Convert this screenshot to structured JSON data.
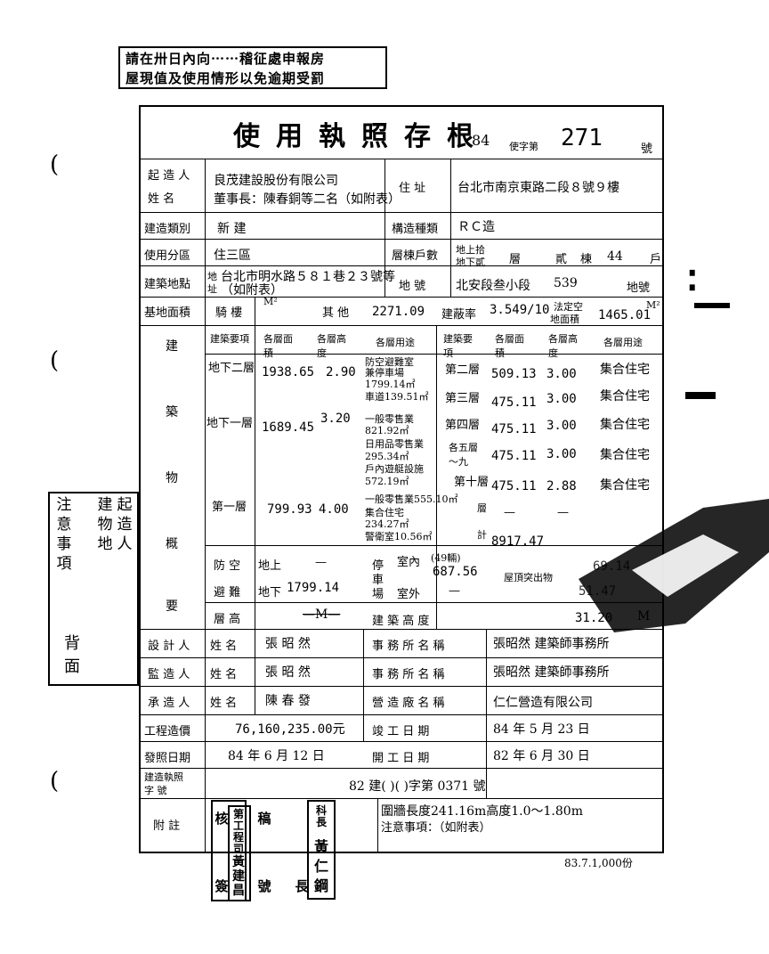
{
  "top_notice": {
    "line1": "請在卅日內向⋯⋯稽征處申報房",
    "line2": "屋現值及使用情形以免逾期受罰"
  },
  "header": {
    "title": "使用執照存根",
    "year": "84",
    "zi": "使字第",
    "number": "271",
    "hao": "號"
  },
  "applicant": {
    "label1": "起 造 人",
    "label2": "姓 名",
    "company": "良茂建設股份有限公司",
    "chairman": "董事長：陳春銅等二名（如附表）",
    "addr_label": "住 址",
    "address": "台北市南京東路二段８號９樓"
  },
  "building": {
    "type_label": "建造類別",
    "type": "新 建",
    "struct_label": "構造種類",
    "struct": "ＲＣ造",
    "zone_label": "使用分區",
    "zone": "住三區",
    "floors_label": "層棟戶數",
    "floors_top": "地上拾",
    "floors_bottom": "地下貳",
    "ceng": "層",
    "dong_count": "貳",
    "dong": "棟",
    "hu_count": "44",
    "hu": "戶",
    "site_label": "建築地點",
    "site_sub1": "地",
    "site_sub2": "址",
    "site_addr": "台北市明水路５８１巷２３號等",
    "site_addr2": "（如附表）",
    "lot_label": "地 號",
    "lot": "北安段叁小段",
    "lot_no": "539",
    "lot_unit": "地號"
  },
  "area": {
    "label": "基地面積",
    "fu_label": "騎 樓",
    "other_label": "其 他",
    "other_value": "2271.09",
    "cover_label": "建蔽率",
    "cover_value": "3.549/10",
    "cap_label1": "法定空",
    "cap_label2": "地面積",
    "cap_value": "1465.01",
    "unit": "M²"
  },
  "floors_table": {
    "side_labels": [
      "建",
      "築",
      "物",
      "概",
      "要"
    ],
    "headers_left": [
      "建築要項",
      "各層面積",
      "各層高度",
      "各層用途"
    ],
    "headers_right": [
      "建築要項",
      "各層面積",
      "各層高度",
      "各層用途"
    ],
    "left_rows": [
      {
        "name": "地下二層",
        "area": "1938.65",
        "height": "2.90",
        "use1": "防空避難室",
        "use2": "兼停車場",
        "use3": "1799.14㎡",
        "use4": "車道139.51㎡"
      },
      {
        "name": "地下一層",
        "area": "1689.45",
        "height": "3.20",
        "use1": "一般零售業",
        "use2": "821.92㎡",
        "use3": "日用品零售業",
        "use4": "295.34㎡"
      },
      {
        "name": "",
        "area": "",
        "height": "",
        "use1": "戶內遊艇設施",
        "use2": "572.19㎡",
        "use3": "",
        "use4": ""
      },
      {
        "name": "第一層",
        "area": "799.93",
        "height": "4.00",
        "use1": "一般零售業555.10㎡",
        "use2": "集合住宅",
        "use3": "234.27㎡",
        "use4": "警衛室10.56㎡"
      }
    ],
    "right_rows": [
      {
        "name": "第二層",
        "area": "509.13",
        "height": "3.00",
        "use": "集合住宅"
      },
      {
        "name": "第三層",
        "area": "475.11",
        "height": "3.00",
        "use": "集合住宅"
      },
      {
        "name": "第四層",
        "area": "475.11",
        "height": "3.00",
        "use": "集合住宅"
      },
      {
        "name": "各五層～九",
        "area": "475.11",
        "height": "3.00",
        "use": "集合住宅"
      },
      {
        "name": "第十層",
        "area": "475.11",
        "height": "2.88",
        "use": "集合住宅"
      },
      {
        "name": "層",
        "area": "—",
        "height": "—",
        "use": ""
      },
      {
        "name": "計",
        "area": "8917.47",
        "height": "",
        "use": ""
      }
    ],
    "defense_label": "防 空",
    "escape_label": "避 難",
    "above": "地上",
    "above_value": "—",
    "below": "地下",
    "below_value": "1799.14",
    "parking1": "停",
    "parking2": "車",
    "parking3": "場",
    "indoor": "室內",
    "indoor_count": "(49輛)",
    "indoor_value": "687.56",
    "outdoor": "室外",
    "outdoor_value": "—",
    "roof_label": "屋頂突出物",
    "roof_value1": "69.14",
    "roof_value2": "51.47",
    "layer_height_label": "層 高",
    "layer_height_value": "—M—",
    "bldg_height_label": "建 築 高 度",
    "bldg_height_value": "31.20",
    "bldg_height_unit": "M"
  },
  "personnel": {
    "designer_label": "設 計 人",
    "supervisor_label": "監 造 人",
    "contractor_label": "承 造 人",
    "name_label": "姓 名",
    "designer": "張 昭 然",
    "supervisor": "張 昭 然",
    "contractor": "陳 春 發",
    "office_label": "事 務 所 名 稱",
    "designer_office": "張昭然 建築師事務所",
    "supervisor_office": "張昭然 建築師事務所",
    "company_label": "營 造 廠 名 稱",
    "contractor_company": "仁仁營造有限公司"
  },
  "cost": {
    "label": "工程造價",
    "value": "76,160,235.00元",
    "finish_label": "竣 工 日 期",
    "finish_date": "84 年 5 月 23 日",
    "issue_label": "發照日期",
    "issue_date": "84 年 6 月 12 日",
    "start_label": "開 工 日 期",
    "start_date": "82 年 6 月 30 日",
    "permit_label1": "建造執照",
    "permit_label2": "字 號",
    "permit_value": "82 建(    )(    )字第 0371 號"
  },
  "notes": {
    "label": "附 註",
    "line1": "圍牆長度241.16m高度1.0～1.80m",
    "line2": "注意事項：（如附表）"
  },
  "seals": {
    "eng_dept": "第工程司",
    "eng_name": "黃建昌",
    "chief": "科長",
    "chief_name": "黃仁鋼",
    "han": "核",
    "gao": "稿",
    "jian": "簽",
    "hao": "號",
    "zhang": "長"
  },
  "left_stamp": {
    "col1": "起造人",
    "col2": "建物地",
    "col3": "注意事項",
    "back": "背面"
  },
  "footer": "83.7.1,000份"
}
